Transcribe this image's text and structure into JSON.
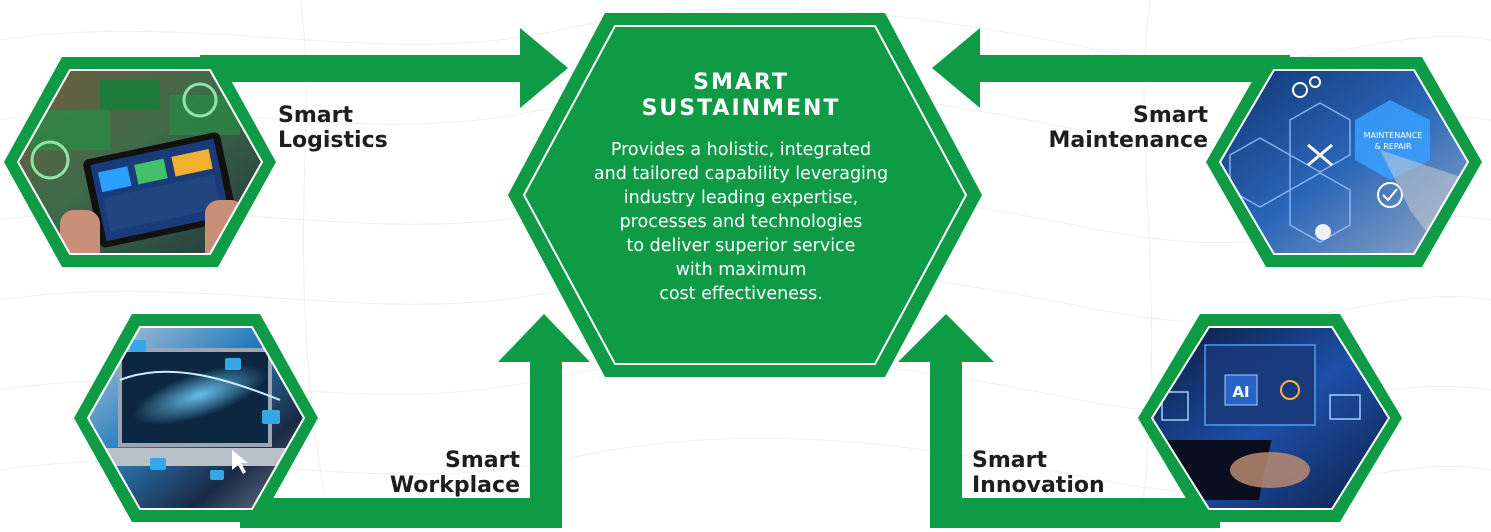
{
  "colors": {
    "brand_green": "#0f9a45",
    "dark_green": "#0b7a36",
    "background": "#ffffff",
    "label_text": "#1e1e1e"
  },
  "center": {
    "title_line1": "SMART",
    "title_line2": "SUSTAINMENT",
    "body_lines": [
      "Provides a holistic, integrated",
      "and tailored capability leveraging",
      "industry leading expertise,",
      "processes and technologies",
      "to deliver superior service",
      "with maximum",
      "cost effectiveness."
    ]
  },
  "nodes": {
    "logistics": {
      "line1": "Smart",
      "line2": "Logistics",
      "image_icon": "tablet-warehouse-photo"
    },
    "maintenance": {
      "line1": "Smart",
      "line2": "Maintenance",
      "image_icon": "maintenance-repair-photo",
      "image_text_line1": "MAINTENANCE",
      "image_text_line2": "& REPAIR"
    },
    "workplace": {
      "line1": "Smart",
      "line2": "Workplace",
      "image_icon": "laptop-email-photo"
    },
    "innovation": {
      "line1": "Smart",
      "line2": "Innovation",
      "image_icon": "ai-laptop-photo",
      "image_text": "AI"
    }
  }
}
